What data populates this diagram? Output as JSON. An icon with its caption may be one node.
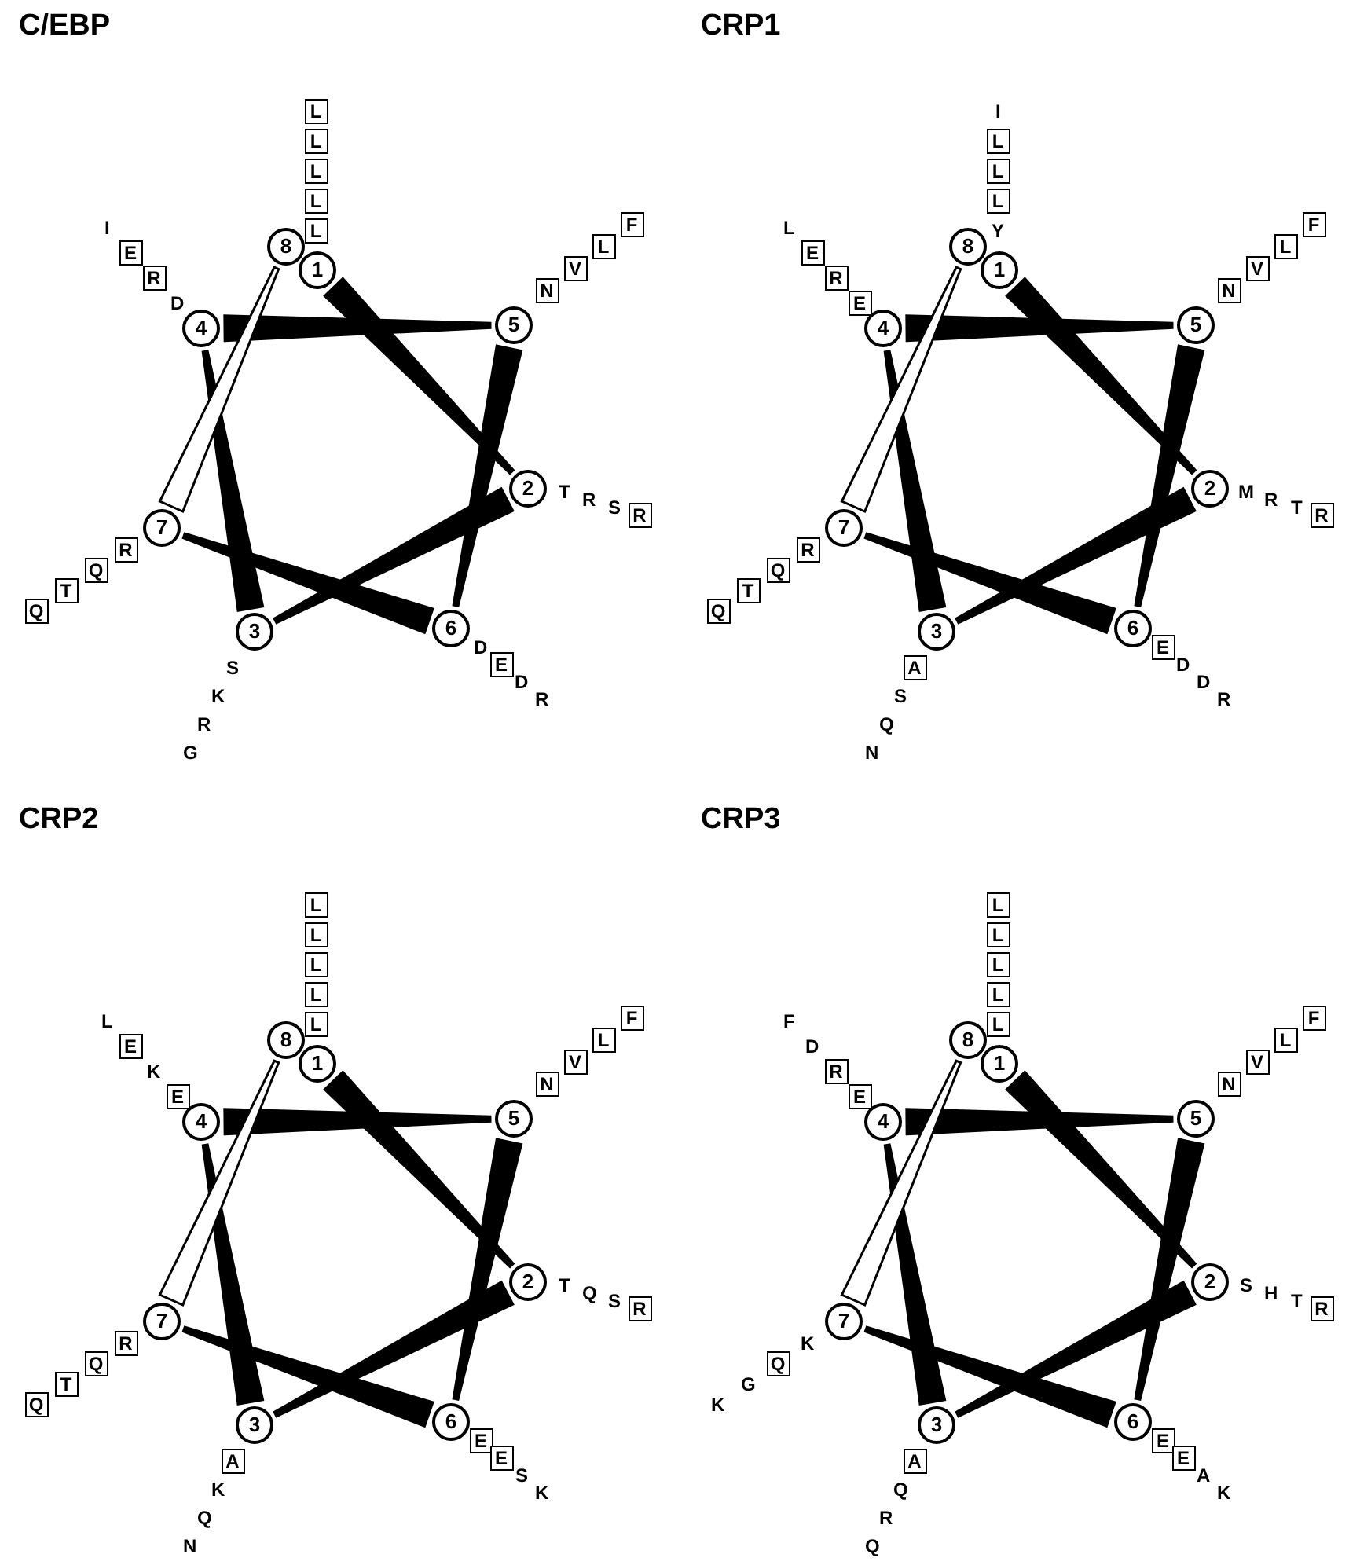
{
  "diagram": {
    "nodes": [
      {
        "text": [
          "1"
        ]
      },
      {
        "text": [
          "2"
        ]
      },
      {
        "text": [
          "3"
        ]
      },
      {
        "text": [
          "4"
        ]
      },
      {
        "text": [
          "5"
        ]
      },
      {
        "text": [
          "6"
        ]
      },
      {
        "text": [
          "7"
        ]
      },
      {
        "text": [
          "8"
        ]
      },
      {
        "text": [
          "L"
        ]
      },
      {
        "text": [
          "L"
        ]
      },
      {
        "text": [
          "L"
        ]
      },
      {
        "text": [
          "L"
        ]
      },
      {
        "text": [
          "L"
        ]
      },
      {
        "text": [
          "N"
        ]
      },
      {
        "text": [
          "V"
        ]
      },
      {
        "text": [
          "L"
        ]
      },
      {
        "text": [
          "F"
        ]
      },
      {
        "text": [
          "R"
        ]
      },
      {
        "text": [
          "E"
        ]
      },
      {
        "text": [
          "R"
        ]
      },
      {
        "text": [
          "Q"
        ]
      },
      {
        "text": [
          "T"
        ]
      },
      {
        "text": [
          "Q"
        ]
      },
      {
        "text": [
          "R"
        ]
      },
      {
        "text": [
          "E"
        ]
      },
      {
        "text": [
          "1"
        ]
      },
      {
        "text": [
          "2"
        ]
      },
      {
        "text": [
          "3"
        ]
      },
      {
        "text": [
          "4"
        ]
      },
      {
        "text": [
          "5"
        ]
      },
      {
        "text": [
          "6"
        ]
      },
      {
        "text": [
          "7"
        ]
      },
      {
        "text": [
          "8"
        ]
      },
      {
        "text": [
          "L"
        ]
      },
      {
        "text": [
          "L"
        ]
      },
      {
        "text": [
          "L"
        ]
      },
      {
        "text": [
          "N"
        ]
      },
      {
        "text": [
          "V"
        ]
      },
      {
        "text": [
          "L"
        ]
      },
      {
        "text": [
          "F"
        ]
      },
      {
        "text": [
          "R"
        ]
      },
      {
        "text": [
          "E"
        ]
      },
      {
        "text": [
          "A"
        ]
      },
      {
        "text": [
          "R"
        ]
      },
      {
        "text": [
          "Q"
        ]
      },
      {
        "text": [
          "T"
        ]
      },
      {
        "text": [
          "Q"
        ]
      },
      {
        "text": [
          "E"
        ]
      },
      {
        "text": [
          "R"
        ]
      },
      {
        "text": [
          "E"
        ]
      },
      {
        "text": [
          "1"
        ]
      },
      {
        "text": [
          "2"
        ]
      },
      {
        "text": [
          "3"
        ]
      },
      {
        "text": [
          "4"
        ]
      },
      {
        "text": [
          "5"
        ]
      },
      {
        "text": [
          "6"
        ]
      },
      {
        "text": [
          "7"
        ]
      },
      {
        "text": [
          "8"
        ]
      },
      {
        "text": [
          "L"
        ]
      },
      {
        "text": [
          "L"
        ]
      },
      {
        "text": [
          "L"
        ]
      },
      {
        "text": [
          "L"
        ]
      },
      {
        "text": [
          "L"
        ]
      },
      {
        "text": [
          "N"
        ]
      },
      {
        "text": [
          "V"
        ]
      },
      {
        "text": [
          "L"
        ]
      },
      {
        "text": [
          "F"
        ]
      },
      {
        "text": [
          "R"
        ]
      },
      {
        "text": [
          "E"
        ]
      },
      {
        "text": [
          "E"
        ]
      },
      {
        "text": [
          "A"
        ]
      },
      {
        "text": [
          "R"
        ]
      },
      {
        "text": [
          "Q"
        ]
      },
      {
        "text": [
          "T"
        ]
      },
      {
        "text": [
          "Q"
        ]
      },
      {
        "text": [
          "E"
        ]
      },
      {
        "text": [
          "E"
        ]
      },
      {
        "text": [
          "1"
        ]
      },
      {
        "text": [
          "2"
        ]
      },
      {
        "text": [
          "3"
        ]
      },
      {
        "text": [
          "4"
        ]
      },
      {
        "text": [
          "5"
        ]
      },
      {
        "text": [
          "6"
        ]
      },
      {
        "text": [
          "7"
        ]
      },
      {
        "text": [
          "8"
        ]
      },
      {
        "text": [
          "L"
        ]
      },
      {
        "text": [
          "L"
        ]
      },
      {
        "text": [
          "L"
        ]
      },
      {
        "text": [
          "L"
        ]
      },
      {
        "text": [
          "L"
        ]
      },
      {
        "text": [
          "N"
        ]
      },
      {
        "text": [
          "V"
        ]
      },
      {
        "text": [
          "L"
        ]
      },
      {
        "text": [
          "F"
        ]
      },
      {
        "text": [
          "R"
        ]
      },
      {
        "text": [
          "E"
        ]
      },
      {
        "text": [
          "E"
        ]
      },
      {
        "text": [
          "A"
        ]
      },
      {
        "text": [
          "Q"
        ]
      },
      {
        "text": [
          "E"
        ]
      },
      {
        "text": [
          "R"
        ]
      }
    ],
    "edges": [
      {
        "from": 0,
        "to": 1,
        "arrow": "none"
      },
      {
        "from": 1,
        "to": 2,
        "arrow": "none"
      },
      {
        "from": 2,
        "to": 3,
        "arrow": "none"
      },
      {
        "from": 3,
        "to": 4,
        "arrow": "none"
      },
      {
        "from": 4,
        "to": 5,
        "arrow": "none"
      },
      {
        "from": 5,
        "to": 6,
        "arrow": "none"
      },
      {
        "from": 6,
        "to": 7,
        "arrow": "none",
        "color": "#ffffff"
      },
      {
        "from": 25,
        "to": 26,
        "arrow": "none"
      },
      {
        "from": 26,
        "to": 27,
        "arrow": "none"
      },
      {
        "from": 27,
        "to": 28,
        "arrow": "none"
      },
      {
        "from": 28,
        "to": 29,
        "arrow": "none"
      },
      {
        "from": 29,
        "to": 30,
        "arrow": "none"
      },
      {
        "from": 30,
        "to": 31,
        "arrow": "none"
      },
      {
        "from": 31,
        "to": 32,
        "arrow": "none",
        "color": "#ffffff"
      },
      {
        "from": 50,
        "to": 51,
        "arrow": "none"
      },
      {
        "from": 51,
        "to": 52,
        "arrow": "none"
      },
      {
        "from": 52,
        "to": 53,
        "arrow": "none"
      },
      {
        "from": 53,
        "to": 54,
        "arrow": "none"
      },
      {
        "from": 54,
        "to": 55,
        "arrow": "none"
      },
      {
        "from": 55,
        "to": 56,
        "arrow": "none"
      },
      {
        "from": 56,
        "to": 57,
        "arrow": "none",
        "color": "#ffffff"
      },
      {
        "from": 77,
        "to": 78,
        "arrow": "none"
      },
      {
        "from": 78,
        "to": 79,
        "arrow": "none"
      },
      {
        "from": 79,
        "to": 80,
        "arrow": "none"
      },
      {
        "from": 80,
        "to": 81,
        "arrow": "none"
      },
      {
        "from": 81,
        "to": 82,
        "arrow": "none"
      },
      {
        "from": 82,
        "to": 83,
        "arrow": "none"
      },
      {
        "from": 83,
        "to": 84,
        "arrow": "none",
        "color": "#ffffff"
      }
    ],
    "labels": [
      "C/EBP",
      "T",
      "R",
      "S",
      "D",
      "D",
      "R",
      "S",
      "K",
      "R",
      "G",
      "D",
      "I",
      "CRP1",
      "Y",
      "I",
      "M",
      "R",
      "T",
      "D",
      "D",
      "R",
      "S",
      "Q",
      "N",
      "L",
      "CRP2",
      "T",
      "Q",
      "S",
      "S",
      "K",
      "K",
      "Q",
      "N",
      "K",
      "L",
      "CRP3",
      "S",
      "H",
      "T",
      "A",
      "K",
      "Q",
      "R",
      "Q",
      "K",
      "G",
      "K",
      "D",
      "F"
    ]
  }
}
